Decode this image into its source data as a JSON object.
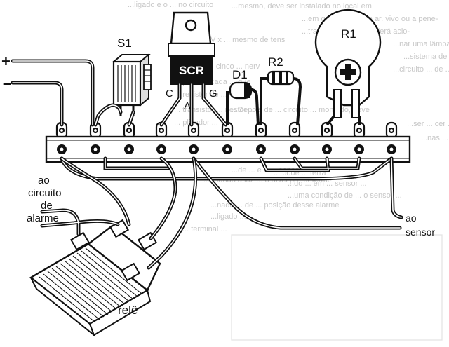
{
  "diagram": {
    "components": {
      "scr": {
        "label": "SCR",
        "pin_c": "C",
        "pin_a": "A",
        "pin_g": "G"
      },
      "switch": {
        "label": "S1"
      },
      "diode": {
        "label": "D1"
      },
      "resistor": {
        "label": "R2"
      },
      "trimmer": {
        "label": "R1"
      },
      "relay": {
        "label": "relê"
      }
    },
    "power": {
      "plus": "+",
      "minus": "–"
    },
    "callouts": {
      "alarm_1": "ao",
      "alarm_2": "circuito",
      "alarm_3": "de",
      "alarm_4": "alarme",
      "sensor_1": "ao",
      "sensor_2": "sensor"
    }
  },
  "background_text": {
    "left": [
      "...ligado e o ... no circuito",
      "...12 a 220V x ... mesmo de tens",
      "...lanceta ... cinco ... nerv",
      "... pode ... cada ... que",
      "... resistor de ...",
      "... transistor ... nestor ...",
      "... plicador ...",
      "... pode ... terra",
      "... terminal ..."
    ],
    "right": [
      "...mesmo, deve ser instalado no local em",
      "...em que ... é de um ar. vivo ou a pene-",
      "...tração ... circuito poderá acio-",
      "...nar uma lâmpada que está ligada a um",
      "...sistema de ... incapaz de ... que tal",
      "...circuito ... de ... do bateria",
      "...Depois de ... circuito ... montado, deve",
      "...ser ... cer ... condição de ...",
      "...nas ... do circuito poderá ...",
      "...do ... em ... sensor ...",
      "...uma condição de ... o sensor ...",
      "...de ... e a ... sensor ...",
      "...quando a luz ... o nível pré-determi-",
      "...nado ... de ... posição desse alarme",
      "...ligado ..."
    ]
  }
}
